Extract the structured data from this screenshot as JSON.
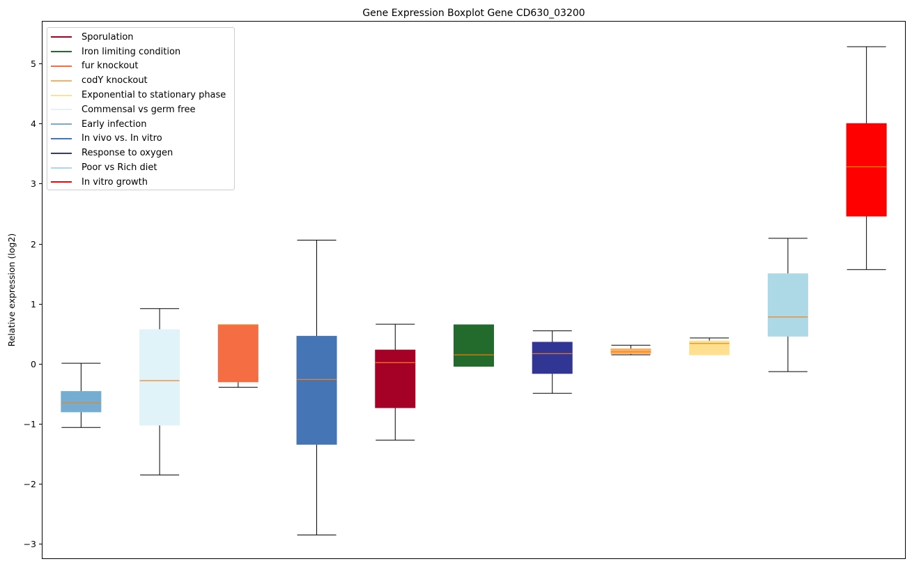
{
  "chart_data": {
    "type": "box",
    "title": "Gene Expression Boxplot Gene CD630_03200",
    "xlabel": "",
    "ylabel": "Relative expression (log2)",
    "ylim": [
      -3.25,
      5.71
    ],
    "yticks": [
      -3,
      -2,
      -1,
      0,
      1,
      2,
      3,
      4,
      5
    ],
    "ytick_labels": [
      "−3",
      "−2",
      "−1",
      "0",
      "1",
      "2",
      "3",
      "4",
      "5"
    ],
    "grid": false,
    "legend_position": "top-left",
    "median_color": "#ff7f0e",
    "legend": [
      {
        "label": "Sporulation",
        "color": "#a50026"
      },
      {
        "label": "Iron limiting condition",
        "color": "#236b2c"
      },
      {
        "label": "fur knockout",
        "color": "#f46d43"
      },
      {
        "label": "codY knockout",
        "color": "#fdae61"
      },
      {
        "label": "Exponential to stationary phase",
        "color": "#fee090"
      },
      {
        "label": "Commensal vs germ free",
        "color": "#e0f3f8"
      },
      {
        "label": "Early infection",
        "color": "#74add1"
      },
      {
        "label": "In vivo vs. In vitro",
        "color": "#4575b4"
      },
      {
        "label": "Response to oxygen",
        "color": "#313695"
      },
      {
        "label": "Poor vs Rich diet",
        "color": "#add8e6"
      },
      {
        "label": "In vitro growth",
        "color": "#ff0000"
      }
    ],
    "series": [
      {
        "name": "Early infection",
        "color": "#74add1",
        "whislo": -1.06,
        "q1": -0.8,
        "med": -0.65,
        "q3": -0.46,
        "whishi": 0.01
      },
      {
        "name": "Commensal vs germ free",
        "color": "#e0f3f8",
        "whislo": -1.85,
        "q1": -1.02,
        "med": -0.28,
        "q3": 0.57,
        "whishi": 0.92
      },
      {
        "name": "fur knockout",
        "color": "#f46d43",
        "whislo": -0.39,
        "q1": -0.3,
        "med": 0.65,
        "q3": 0.65,
        "whishi": 0.65
      },
      {
        "name": "In vivo vs. In vitro",
        "color": "#4575b4",
        "whislo": -2.85,
        "q1": -1.34,
        "med": -0.26,
        "q3": 0.46,
        "whishi": 2.06
      },
      {
        "name": "Sporulation",
        "color": "#a50026",
        "whislo": -1.27,
        "q1": -0.73,
        "med": 0.02,
        "q3": 0.23,
        "whishi": 0.66
      },
      {
        "name": "Iron limiting condition",
        "color": "#236b2c",
        "whislo": -0.04,
        "q1": -0.04,
        "med": 0.15,
        "q3": 0.65,
        "whishi": 0.65
      },
      {
        "name": "Response to oxygen",
        "color": "#313695",
        "whislo": -0.49,
        "q1": -0.16,
        "med": 0.17,
        "q3": 0.36,
        "whishi": 0.55
      },
      {
        "name": "codY knockout",
        "color": "#fdae61",
        "whislo": 0.15,
        "q1": 0.17,
        "med": 0.2,
        "q3": 0.25,
        "whishi": 0.31
      },
      {
        "name": "Exponential to stationary phase",
        "color": "#fee090",
        "whislo": 0.15,
        "q1": 0.15,
        "med": 0.34,
        "q3": 0.38,
        "whishi": 0.43
      },
      {
        "name": "Poor vs Rich diet",
        "color": "#add8e6",
        "whislo": -0.13,
        "q1": 0.46,
        "med": 0.78,
        "q3": 1.5,
        "whishi": 2.09
      },
      {
        "name": "In vitro growth",
        "color": "#ff0000",
        "whislo": 1.57,
        "q1": 2.46,
        "med": 3.28,
        "q3": 4.0,
        "whishi": 5.28
      }
    ]
  }
}
